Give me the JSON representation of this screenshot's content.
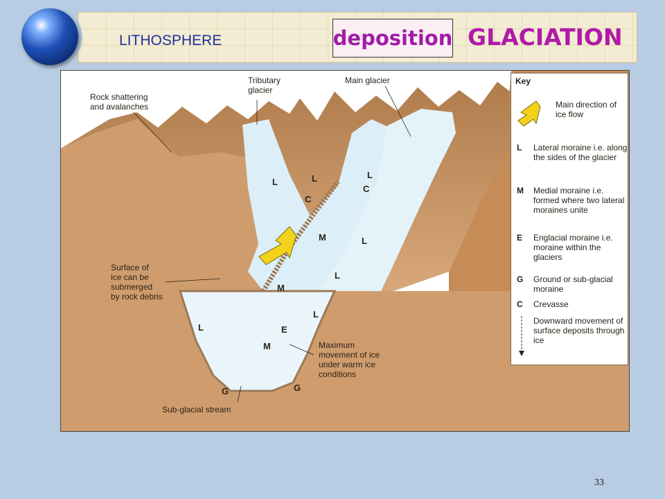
{
  "header": {
    "lithosphere": "LITHOSPHERE",
    "deposition": "deposition",
    "glaciation": "GLACIATION"
  },
  "diagram": {
    "labels": {
      "rock_shattering_1": "Rock shattering",
      "rock_shattering_2": "and avalanches",
      "tributary_1": "Tributary",
      "tributary_2": "glacier",
      "main_glacier": "Main glacier",
      "surface_1": "Surface of",
      "surface_2": "ice can be",
      "surface_3": "submerged",
      "surface_4": "by rock debris",
      "maximum_1": "Maximum",
      "maximum_2": "movement of ice",
      "maximum_3": "under warm ice",
      "maximum_4": "conditions",
      "subglacial": "Sub-glacial stream"
    },
    "letters": {
      "L": "L",
      "C": "C",
      "M": "M",
      "E": "E",
      "G": "G"
    }
  },
  "key": {
    "title": "Key",
    "items": [
      {
        "code": "",
        "text": "Main direction of ice flow"
      },
      {
        "code": "L",
        "text": "Lateral moraine i.e. along the sides of the glacier"
      },
      {
        "code": "M",
        "text": "Medial moraine i.e. formed where two lateral moraines unite"
      },
      {
        "code": "E",
        "text": "Englacial moraine i.e. moraine within the glaciers"
      },
      {
        "code": "G",
        "text": "Ground or sub-glacial moraine"
      },
      {
        "code": "C",
        "text": "Crevasse"
      },
      {
        "code": "",
        "text": "Downward movement of surface deposits through ice"
      }
    ]
  },
  "page_number": "33",
  "colors": {
    "background": "#b8cde4",
    "rock": "#c89868",
    "ice": "#d9ecf7",
    "arrow": "#f2d21a"
  }
}
